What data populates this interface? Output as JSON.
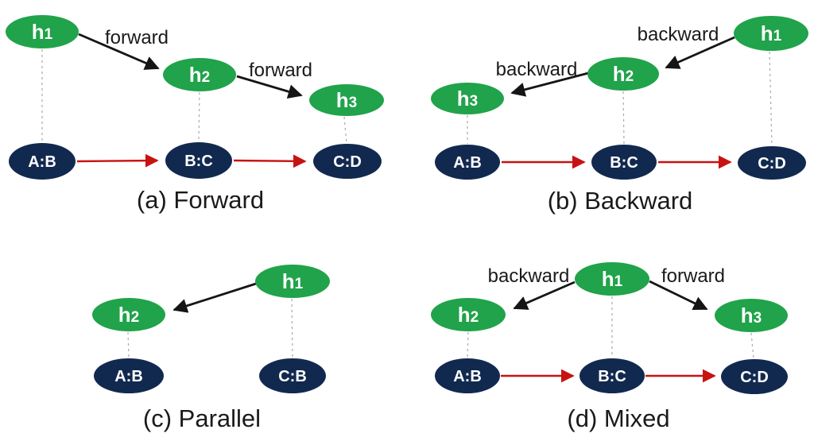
{
  "figure": {
    "colors": {
      "hidden_node_fill": "#20A34A",
      "pair_node_fill": "#12294F",
      "node_text": "#FFFFFF",
      "temporal_arrow": "#C81212",
      "attention_arrow": "#151515",
      "alignment_line": "#AAAAAA",
      "label_text": "#1A1A1A"
    },
    "panels": [
      {
        "id": "a",
        "caption": "(a) Forward",
        "hidden_nodes": [
          {
            "base": "h",
            "sub": "1"
          },
          {
            "base": "h",
            "sub": "2"
          },
          {
            "base": "h",
            "sub": "3"
          }
        ],
        "pair_nodes": [
          "A:B",
          "B:C",
          "C:D"
        ],
        "edge_labels": [
          "forward",
          "forward"
        ]
      },
      {
        "id": "b",
        "caption": "(b) Backward",
        "hidden_nodes": [
          {
            "base": "h",
            "sub": "1"
          },
          {
            "base": "h",
            "sub": "2"
          },
          {
            "base": "h",
            "sub": "3"
          }
        ],
        "pair_nodes": [
          "A:B",
          "B:C",
          "C:D"
        ],
        "edge_labels": [
          "backward",
          "backward"
        ]
      },
      {
        "id": "c",
        "caption": "(c) Parallel",
        "hidden_nodes": [
          {
            "base": "h",
            "sub": "1"
          },
          {
            "base": "h",
            "sub": "2"
          }
        ],
        "pair_nodes": [
          "A:B",
          "C:B"
        ],
        "edge_labels": []
      },
      {
        "id": "d",
        "caption": "(d) Mixed",
        "hidden_nodes": [
          {
            "base": "h",
            "sub": "1"
          },
          {
            "base": "h",
            "sub": "2"
          },
          {
            "base": "h",
            "sub": "3"
          }
        ],
        "pair_nodes": [
          "A:B",
          "B:C",
          "C:D"
        ],
        "edge_labels": [
          "backward",
          "forward"
        ]
      }
    ]
  }
}
